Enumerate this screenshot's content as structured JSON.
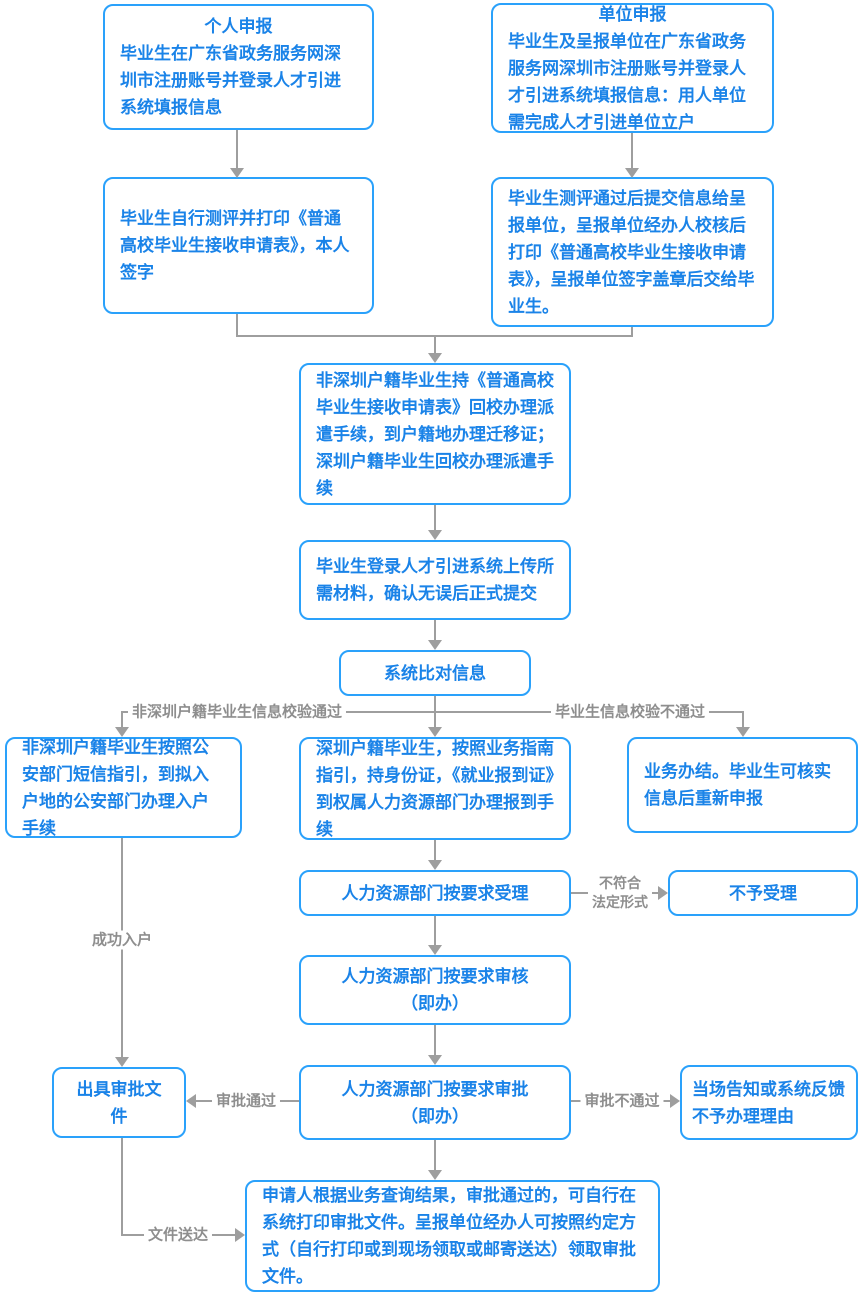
{
  "colors": {
    "box_border": "#2aa1fb",
    "box_text": "#1a83e8",
    "arrow_gray": "#9e9e9e",
    "label_gray": "#8e8e8e",
    "background": "#ffffff"
  },
  "nodes": {
    "individual": {
      "title": "个人申报",
      "body": "毕业生在广东省政务服务网深圳市注册账号并登录人才引进系统填报信息"
    },
    "unit": {
      "title": "单位申报",
      "body": "毕业生及呈报单位在广东省政务服务网深圳市注册账号并登录人才引进系统填报信息：用人单位需完成人才引进单位立户"
    },
    "self_test": {
      "body": "毕业生自行测评并打印《普通高校毕业生接收申请表》，本人签字"
    },
    "unit_check": {
      "body": "毕业生测评通过后提交信息给呈报单位，呈报单位经办人校核后打印《普通高校毕业生接收申请表》，呈报单位签字盖章后交给毕业生。"
    },
    "dispatch": {
      "body": "非深圳户籍毕业生持《普通高校毕业生接收申请表》回校办理派遣手续，到户籍地办理迁移证；深圳户籍毕业生回校办理派遣手续"
    },
    "upload": {
      "body": "毕业生登录人才引进系统上传所需材料，确认无误后正式提交"
    },
    "compare": {
      "body": "系统比对信息"
    },
    "hukou": {
      "body": "非深圳户籍毕业生按照公安部门短信指引，到拟入户地的公安部门办理入户手续"
    },
    "report": {
      "body": "深圳户籍毕业生，按照业务指南指引，持身份证，《就业报到证》到权属人力资源部门办理报到手续"
    },
    "closed": {
      "body": "业务办结。毕业生可核实信息后重新申报"
    },
    "accept": {
      "body": "人力资源部门按要求受理"
    },
    "not_accept": {
      "body": "不予受理"
    },
    "review": {
      "body": "人力资源部门按要求审核\n（即办）"
    },
    "issue": {
      "body": "出具审批文件"
    },
    "approve": {
      "body": "人力资源部门按要求审批\n（即办）"
    },
    "notify": {
      "body": "当场告知或系统反馈不予办理理由"
    },
    "final": {
      "body": "申请人根据业务查询结果，审批通过的，可自行在系统打印审批文件。呈报单位经办人可按照约定方式（自行打印或到现场领取或邮寄送达）领取审批文件。"
    }
  },
  "edge_labels": {
    "nonsz_pass": "非深圳户籍毕业生信息校验通过",
    "verify_fail": "毕业生信息校验不通过",
    "not_legal": "不符合\n法定形式",
    "approve_pass": "审批通过",
    "approve_fail": "审批不通过",
    "hukou_done": "成功入户",
    "doc_delivery": "文件送达"
  }
}
